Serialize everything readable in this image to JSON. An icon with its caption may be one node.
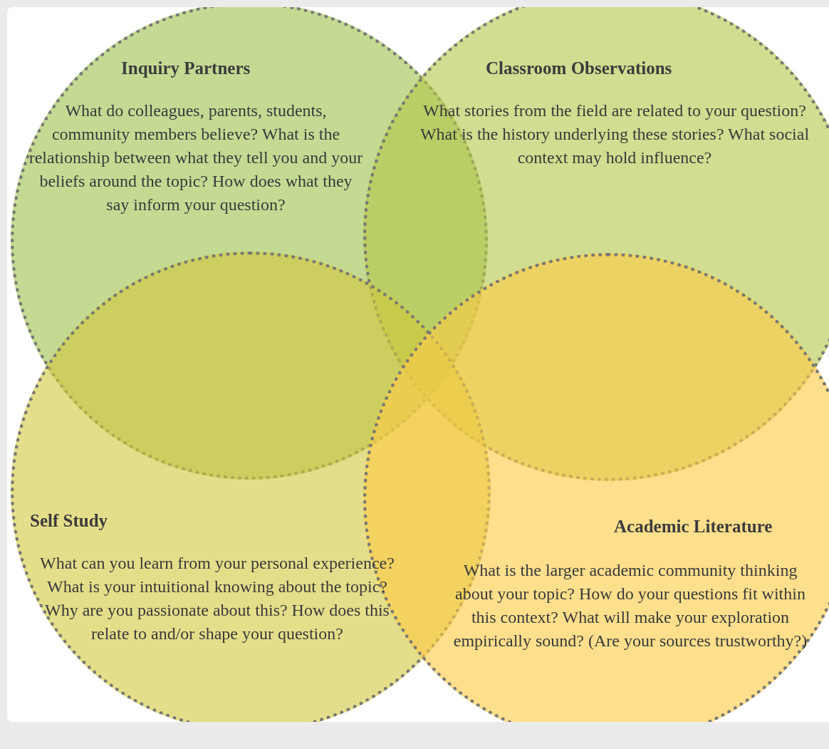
{
  "diagram": {
    "nodes": [
      {
        "text": [
          "Inquiry Partners",
          "What do colleagues, parents, students, community members believe? What is the relationship between what they tell you and your beliefs around the topic? How does what they say inform your question?"
        ]
      },
      {
        "text": [
          "Classroom Observations",
          "What stories from the field are related to your question? What is the history underlying these stories? What social context may hold influence?"
        ]
      },
      {
        "text": [
          "Self Study",
          "What can you learn from your personal experience? What is your intuitional knowing about the topic? Why are you passionate about this? How does this relate to and/or shape your question?"
        ]
      },
      {
        "text": [
          "Academic Literature",
          "What is the larger academic community thinking about your topic? How do your questions fit within this context? What will make your exploration empirically sound? (Are your sources trustworthy?)"
        ]
      }
    ]
  }
}
